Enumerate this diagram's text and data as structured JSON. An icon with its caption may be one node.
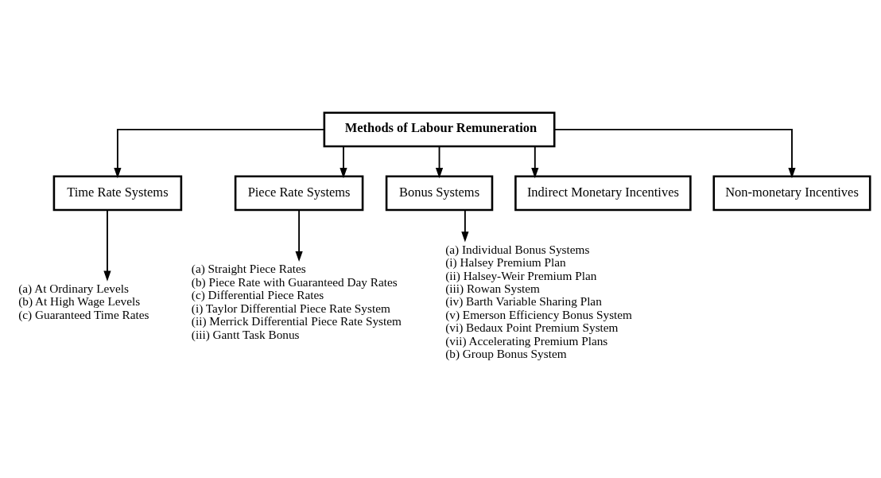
{
  "diagram": {
    "nodes": [
      {
        "text": [
          "Methods of Labour Remuneration"
        ]
      },
      {
        "text": [
          "Time Rate Systems"
        ]
      },
      {
        "text": [
          "Piece Rate Systems"
        ]
      },
      {
        "text": [
          "Bonus Systems"
        ]
      },
      {
        "text": [
          "Indirect Monetary Incentives"
        ]
      },
      {
        "text": [
          "Non-monetary Incentives"
        ]
      },
      {
        "text": [
          "(a) At Ordinary Levels",
          "(b) At High Wage Levels",
          "(c) Guaranteed Time Rates"
        ]
      },
      {
        "text": [
          "(a) Straight Piece Rates",
          "(b) Piece Rate with Guaranteed Day Rates",
          "(c) Differential Piece Rates",
          "(i) Taylor Differential Piece Rate System",
          "(ii) Merrick Differential Piece Rate System",
          "(iii) Gantt Task Bonus"
        ]
      },
      {
        "text": [
          "(a) Individual Bonus Systems",
          "(i) Halsey Premium Plan",
          "(ii) Halsey-Weir Premium Plan",
          "(iii) Rowan System",
          "(iv) Barth Variable Sharing Plan",
          "(v) Emerson Efficiency Bonus System",
          "(vi) Bedaux Point Premium System",
          "(vii) Accelerating Premium Plans",
          "(b) Group Bonus System"
        ]
      }
    ],
    "edges": [
      {
        "from": 0,
        "to": 1,
        "arrow": "to"
      },
      {
        "from": 0,
        "to": 2,
        "arrow": "to"
      },
      {
        "from": 0,
        "to": 3,
        "arrow": "to"
      },
      {
        "from": 0,
        "to": 4,
        "arrow": "to"
      },
      {
        "from": 0,
        "to": 5,
        "arrow": "to"
      },
      {
        "from": 1,
        "to": 6,
        "arrow": "to"
      },
      {
        "from": 2,
        "to": 7,
        "arrow": "to"
      },
      {
        "from": 3,
        "to": 8,
        "arrow": "to"
      }
    ]
  }
}
